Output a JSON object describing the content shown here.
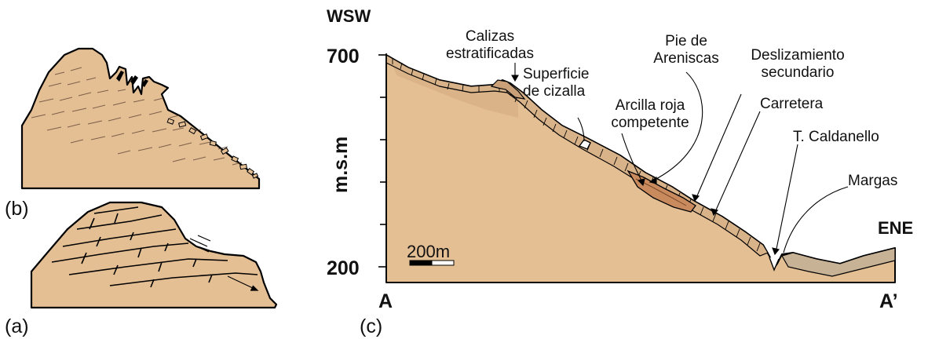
{
  "panels": {
    "a": {
      "label": "(a)"
    },
    "b": {
      "label": "(b)"
    },
    "c": {
      "label": "(c)"
    }
  },
  "cross_section": {
    "orientation_left": "WSW",
    "orientation_right": "ENE",
    "axis_label": "m.s.m",
    "elevation_ticks": [
      "700",
      "200"
    ],
    "point_start": "A",
    "point_end": "A’",
    "scale_bar": "200m",
    "annotations": [
      "Calizas estratificadas",
      "Superficie de cizalla",
      "Arcilla roja competente",
      "Pie de Areniscas",
      "Deslizamiento secundario",
      "Carretera",
      "T. Caldanello",
      "Margas"
    ]
  },
  "colors": {
    "soil": "#e5bf94",
    "soil_dark": "#d2a97e",
    "clay": "#c98a5e",
    "marl": "#c7b296",
    "outline": "#000000"
  }
}
